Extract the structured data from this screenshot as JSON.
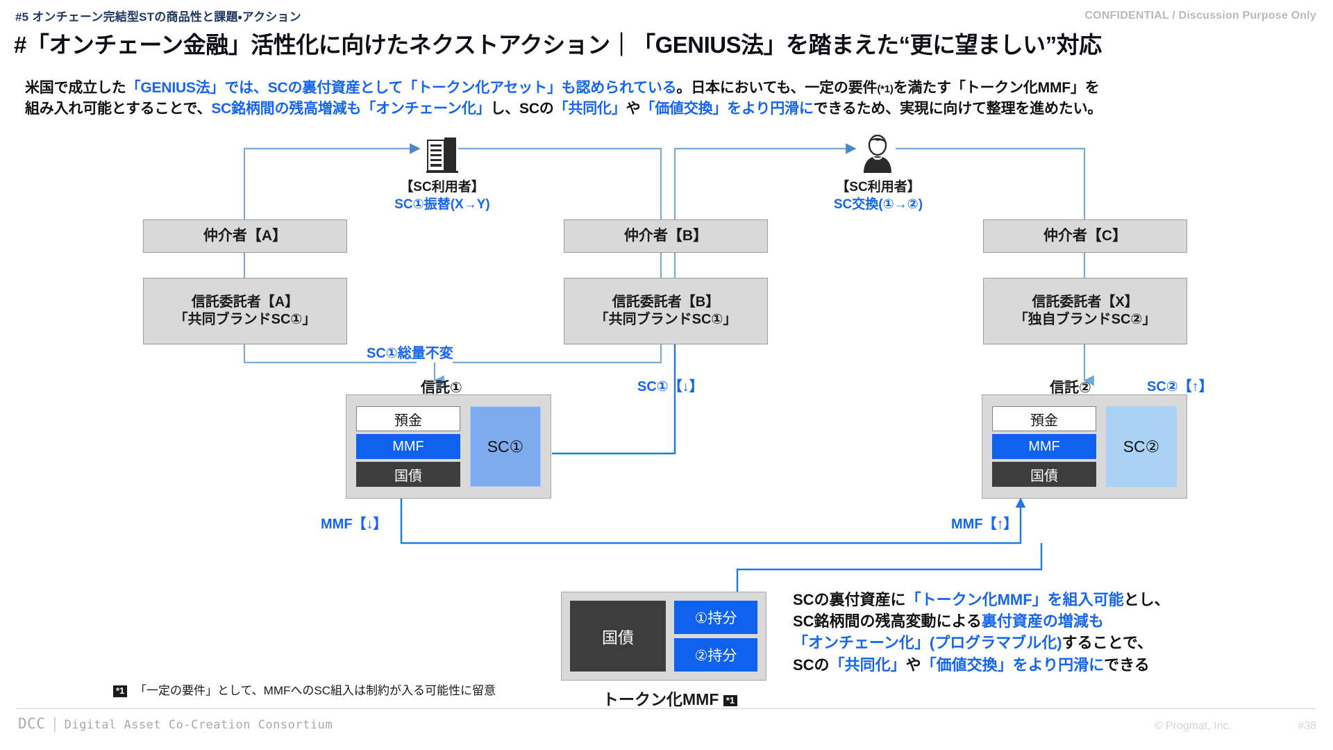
{
  "header": {
    "kicker": "#5  オンチェーン完結型STの商品性と課題・アクション",
    "confidential": "CONFIDENTIAL / Discussion Purpose Only",
    "title": "#「オンチェーン金融」活性化に向けたネクストアクション｜「GENIUS法」を踏まえた“更に望ましい”対応"
  },
  "lead": {
    "l1_a": "米国で成立した",
    "l1_b": "「GENIUS法」では、SCの裏付資産として「トークン化アセット」も認められている",
    "l1_c": "。日本においても、一定の要件",
    "l1_d": "(*1)",
    "l1_e": "を満たす「トークン化MMF」を",
    "l2_a": "組み入れ可能とすることで、",
    "l2_b": "SC銘柄間の残高増減も「オンチェーン化」",
    "l2_c": "し、SCの",
    "l2_d": "「共同化」",
    "l2_e": "や",
    "l2_f": "「価値交換」をより円滑に",
    "l2_g": "できるため、実現に向けて整理を進めたい。"
  },
  "diagram": {
    "actors": [
      {
        "id": "user-left",
        "icon": "building-icon",
        "line1": "【SC利用者】",
        "line2": "SC①振替(X→Y)"
      },
      {
        "id": "user-right",
        "icon": "person-icon",
        "line1": "【SC利用者】",
        "line2": "SC交換(①→②)"
      }
    ],
    "nodes": [
      {
        "id": "broker-a",
        "label": "仲介者【A】"
      },
      {
        "id": "broker-b",
        "label": "仲介者【B】"
      },
      {
        "id": "broker-c",
        "label": "仲介者【C】"
      },
      {
        "id": "settlor-a",
        "line1": "信託委託者【A】",
        "line2": "「共同ブランドSC①」"
      },
      {
        "id": "settlor-b",
        "line1": "信託委託者【B】",
        "line2": "「共同ブランドSC①」"
      },
      {
        "id": "settlor-x",
        "line1": "信託委託者【X】",
        "line2": "「独自ブランドSC②」"
      }
    ],
    "flow_labels": {
      "sc1_total": "SC①総量不変",
      "sc1_down": "SC①【↓】",
      "sc2_up": "SC②【↑】",
      "mmf_down": "MMF【↓】",
      "mmf_up": "MMF【↑】"
    },
    "trusts": [
      {
        "id": "trust-1",
        "caption": "信託①",
        "cells": [
          "預金",
          "MMF",
          "国債"
        ],
        "sc_label": "SC①"
      },
      {
        "id": "trust-2",
        "caption": "信託②",
        "cells": [
          "預金",
          "MMF",
          "国債"
        ],
        "sc_label": "SC②"
      }
    ],
    "token_mmf": {
      "jgb": "国債",
      "shares": [
        "①持分",
        "②持分"
      ],
      "caption": "トークン化MMF",
      "caption_mark": "*1"
    }
  },
  "annotation": {
    "l1_a": "SCの裏付資産に",
    "l1_b": "「トークン化MMF」を組入可能",
    "l1_c": "とし、",
    "l2_a": "SC銘柄間の残高変動による",
    "l2_b": "裏付資産の増減も",
    "l3_a": "「オンチェーン化」(プログラマブル化)",
    "l3_b": "することで、",
    "l4_a": "SCの",
    "l4_b": "「共同化」",
    "l4_c": "や",
    "l4_d": "「価値交換」をより円滑に",
    "l4_e": "できる"
  },
  "footnote": {
    "mark": "*1",
    "text": "「一定の要件」として、MMFへのSC組入は制約が入る可能性に留意"
  },
  "footer": {
    "brand": "DCC",
    "brand_sub": "Digital Asset Co-Creation Consortium",
    "copyright": "©  Progmat, Inc.",
    "page": "#38"
  },
  "colors": {
    "accent_blue": "#1565ef",
    "wire_blue": "#7aa9d8",
    "strong_blue": "#1f7ae0",
    "node_gray": "#d9d9d9",
    "dark": "#3d3d3d"
  }
}
